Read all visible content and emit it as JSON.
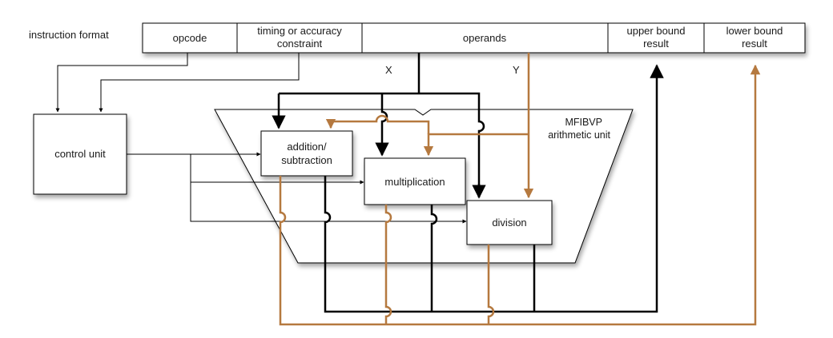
{
  "instruction_format": {
    "label": "instruction format",
    "fields": {
      "opcode": "opcode",
      "timing_line1": "timing or accuracy",
      "timing_line2": "constraint",
      "operands": "operands",
      "upper_line1": "upper bound",
      "upper_line2": "result",
      "lower_line1": "lower bound",
      "lower_line2": "result"
    }
  },
  "operand_labels": {
    "x": "X",
    "y": "Y"
  },
  "control_unit": {
    "label": "control unit"
  },
  "arithmetic_unit": {
    "line1": "MFIBVP",
    "line2": "arithmetic unit"
  },
  "units": {
    "addsub_line1": "addition/",
    "addsub_line2": "subtraction",
    "multiplication": "multiplication",
    "division": "division"
  },
  "colors": {
    "upper_path": "#000000",
    "lower_path": "#b5793f"
  }
}
